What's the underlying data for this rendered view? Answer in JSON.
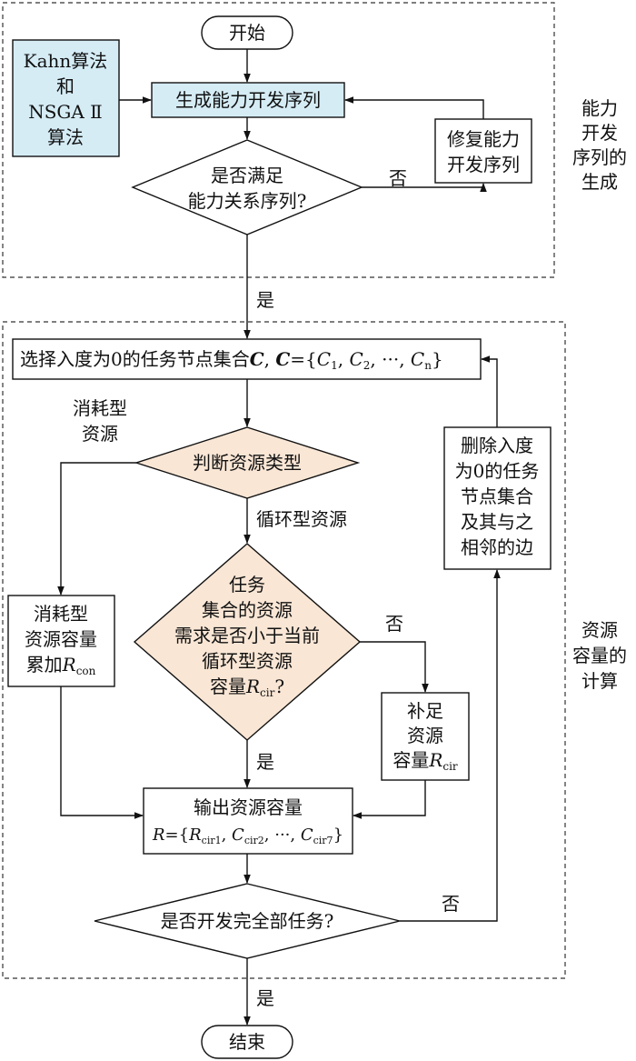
{
  "nodes": {
    "start": "开始",
    "kahn": [
      "Kahn算法",
      "和",
      "NSGA Ⅱ",
      "算法"
    ],
    "generate": "生成能力开发序列",
    "repair": [
      "修复能力",
      "开发序列"
    ],
    "check_relation": [
      "是否满足",
      "能力关系序列?"
    ],
    "select": {
      "text": "选择入度为0的任务节点集合",
      "var": "C",
      "sep": ", ",
      "eq_text": "={",
      "c1": "C",
      "c1_sub": "1",
      "c2": "C",
      "c2_sub": "2",
      "dots": "···",
      "cn": "C",
      "cn_sub": "n",
      "close": "}"
    },
    "judge": "判断资源类型",
    "consume_accum": {
      "lines": [
        "消耗型",
        "资源容量"
      ],
      "last": "累加",
      "var": "R",
      "sub": "con"
    },
    "task_check": {
      "lines": [
        "任务",
        "集合的资源",
        "需求是否小于当前",
        "循环型资源"
      ],
      "last": "容量",
      "var": "R",
      "sub": "cir",
      "tail": "?"
    },
    "supplement": {
      "lines": [
        "补足",
        "资源"
      ],
      "last": "容量",
      "var": "R",
      "sub": "cir"
    },
    "output": {
      "title": "输出资源容量",
      "r": "R",
      "eq": "={",
      "a": "R",
      "a_sub": "cir1",
      "b": "C",
      "b_sub": "cir2",
      "dots": "···",
      "c": "C",
      "c_sub": "cir7",
      "close": "}"
    },
    "delete": [
      "删除入度",
      "为0的任务",
      "节点集合",
      "及其与之",
      "相邻的边"
    ],
    "check_all": "是否开发完全部任务?",
    "end": "结束"
  },
  "labels": {
    "no": "否",
    "yes": "是",
    "consume_type": [
      "消耗型",
      "资源"
    ],
    "cycle_type": "循环型资源"
  },
  "regions": {
    "top": [
      "能力",
      "开发",
      "序列的",
      "生成"
    ],
    "bottom": [
      "资源",
      "容量的",
      "计算"
    ]
  },
  "colors": {
    "blue_fill": "#d5ecf5",
    "peach_fill": "#f9e6d5",
    "stroke": "#111111"
  }
}
